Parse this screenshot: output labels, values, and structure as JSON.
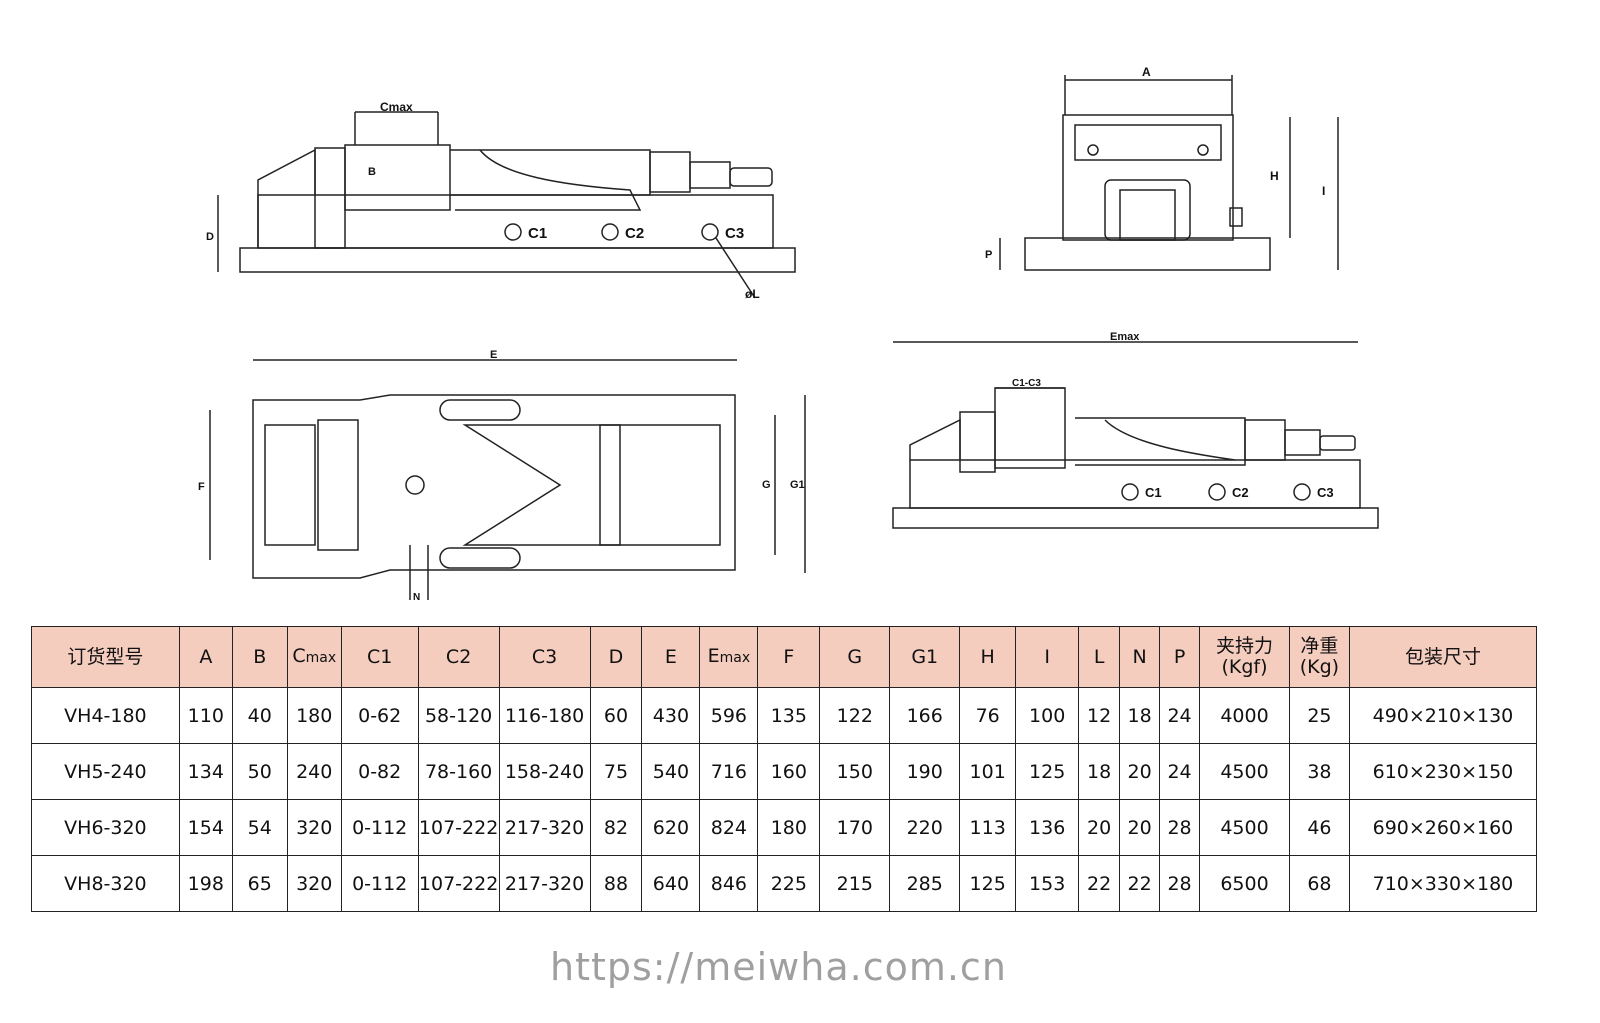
{
  "drawing_labels": {
    "side": {
      "cmax": "Cmax",
      "b": "B",
      "d": "D",
      "c1": "C1",
      "c2": "C2",
      "c3": "C3",
      "l": "øL"
    },
    "front": {
      "a": "A",
      "h": "H",
      "i": "I",
      "p": "P"
    },
    "top": {
      "e": "E",
      "f": "F",
      "g": "G",
      "g1": "G1",
      "n": "N"
    },
    "open": {
      "emax": "Emax",
      "c1c3": "C1-C3",
      "c1": "C1",
      "c2": "C2",
      "c3": "C3"
    }
  },
  "watermark": "https://meiwha.com.cn",
  "table": {
    "headers": [
      {
        "main": "订货型号"
      },
      {
        "main": "A"
      },
      {
        "main": "B"
      },
      {
        "main": "C",
        "sub": "max"
      },
      {
        "main": "C1"
      },
      {
        "main": "C2"
      },
      {
        "main": "C3"
      },
      {
        "main": "D"
      },
      {
        "main": "E"
      },
      {
        "main": "E",
        "sub": "max"
      },
      {
        "main": "F"
      },
      {
        "main": "G"
      },
      {
        "main": "G1"
      },
      {
        "main": "H"
      },
      {
        "main": "I"
      },
      {
        "main": "L"
      },
      {
        "main": "N"
      },
      {
        "main": "P"
      },
      {
        "main": "夹持力",
        "line2": "(Kgf)"
      },
      {
        "main": "净重",
        "line2": "(Kg)"
      },
      {
        "main": "包装尺寸"
      }
    ],
    "rows": [
      [
        "VH4-180",
        "110",
        "40",
        "180",
        "0-62",
        "58-120",
        "116-180",
        "60",
        "430",
        "596",
        "135",
        "122",
        "166",
        "76",
        "100",
        "12",
        "18",
        "24",
        "4000",
        "25",
        "490×210×130"
      ],
      [
        "VH5-240",
        "134",
        "50",
        "240",
        "0-82",
        "78-160",
        "158-240",
        "75",
        "540",
        "716",
        "160",
        "150",
        "190",
        "101",
        "125",
        "18",
        "20",
        "24",
        "4500",
        "38",
        "610×230×150"
      ],
      [
        "VH6-320",
        "154",
        "54",
        "320",
        "0-112",
        "107-222",
        "217-320",
        "82",
        "620",
        "824",
        "180",
        "170",
        "220",
        "113",
        "136",
        "20",
        "20",
        "28",
        "4500",
        "46",
        "690×260×160"
      ],
      [
        "VH8-320",
        "198",
        "65",
        "320",
        "0-112",
        "107-222",
        "217-320",
        "88",
        "640",
        "846",
        "225",
        "215",
        "285",
        "125",
        "153",
        "22",
        "22",
        "28",
        "6500",
        "68",
        "710×330×180"
      ]
    ]
  }
}
